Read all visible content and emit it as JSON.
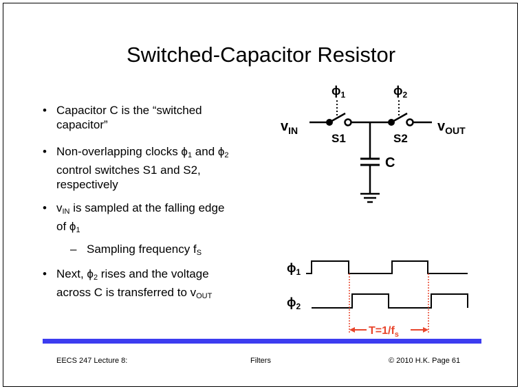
{
  "slide": {
    "title": "Switched-Capacitor Resistor",
    "bullets": {
      "b1_line1": "Capacitor C is the “switched",
      "b1_line2": "capacitor”",
      "b2_line1_a": "Non-overlapping clocks ",
      "b2_phi1": "ϕ",
      "b2_phi1_sub": "1",
      "b2_line1_b": " and ",
      "b2_phi2": "ϕ",
      "b2_phi2_sub": "2",
      "b2_line2": "control switches S1 and S2,",
      "b2_line3": "respectively",
      "b3_v": "v",
      "b3_v_sub": "IN",
      "b3_line1_rest": " is sampled at the falling edge",
      "b3_line2_a": "of ",
      "b3_phi": "ϕ",
      "b3_phi_sub": "1",
      "sub_dash": "–",
      "sub_text": "Sampling frequency f",
      "sub_text_sub": "S",
      "b4_line1_a": "Next, ",
      "b4_phi": "ϕ",
      "b4_phi_sub": "2",
      "b4_line1_b": " rises and the voltage",
      "b4_line2_a": "across C is transferred to v",
      "b4_line2_sub": "OUT"
    },
    "bullet_glyph": "•",
    "circuit": {
      "phi1": "ϕ",
      "phi1_sub": "1",
      "phi2": "ϕ",
      "phi2_sub": "2",
      "vin": "v",
      "vin_sub": "IN",
      "vout": "v",
      "vout_sub": "OUT",
      "s1": "S1",
      "s2": "S2",
      "cap": "C"
    },
    "timing": {
      "phi1": "ϕ",
      "phi1_sub": "1",
      "phi2": "ϕ",
      "phi2_sub": "2",
      "period_label": "T=1/f",
      "period_sub": "s"
    },
    "footer": {
      "left": "EECS 247 Lecture 8:",
      "center": "Filters",
      "right": "© 2010 H.K.  Page 61"
    },
    "colors": {
      "accent_bar": "#3c3cf0",
      "timing_marker": "#e8452c"
    }
  }
}
